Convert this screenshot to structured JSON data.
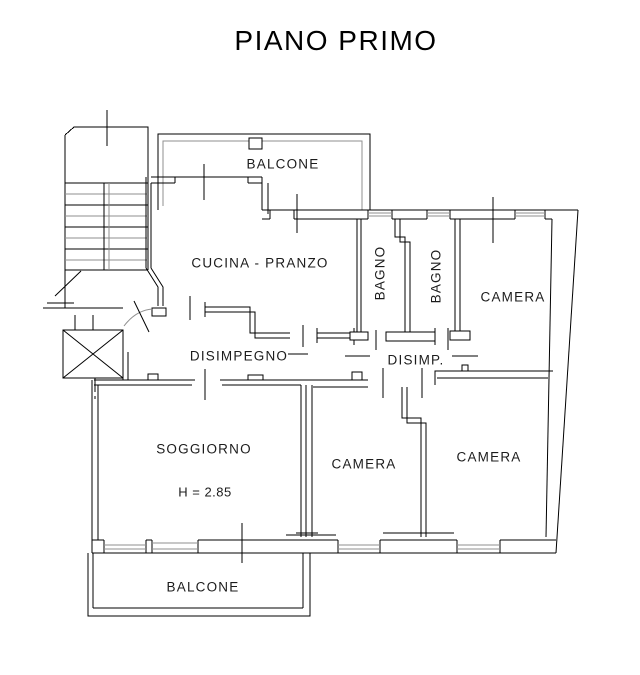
{
  "title": "PIANO PRIMO",
  "rooms": {
    "balcone_top": "BALCONE",
    "cucina": "CUCINA - PRANZO",
    "bagno1": "BAGNO",
    "bagno2": "BAGNO",
    "camera_ne": "CAMERA",
    "disimpegno": "DISIMPEGNO",
    "disimp": "DISIMP.",
    "soggiorno": "SOGGIORNO",
    "camera_s": "CAMERA",
    "camera_se": "CAMERA",
    "balcone_bottom": "BALCONE"
  },
  "annotations": {
    "ceiling_height": "H = 2.85"
  },
  "symbols": {
    "staircase": "staircase-with-treads",
    "elevator": "elevator-shaft-x-box",
    "door_arc": "entry-door-swing"
  },
  "colors": {
    "background": "#ffffff",
    "line": "#000000",
    "accent_gray": "#8f8f8f",
    "text": "#1c1c1c"
  }
}
